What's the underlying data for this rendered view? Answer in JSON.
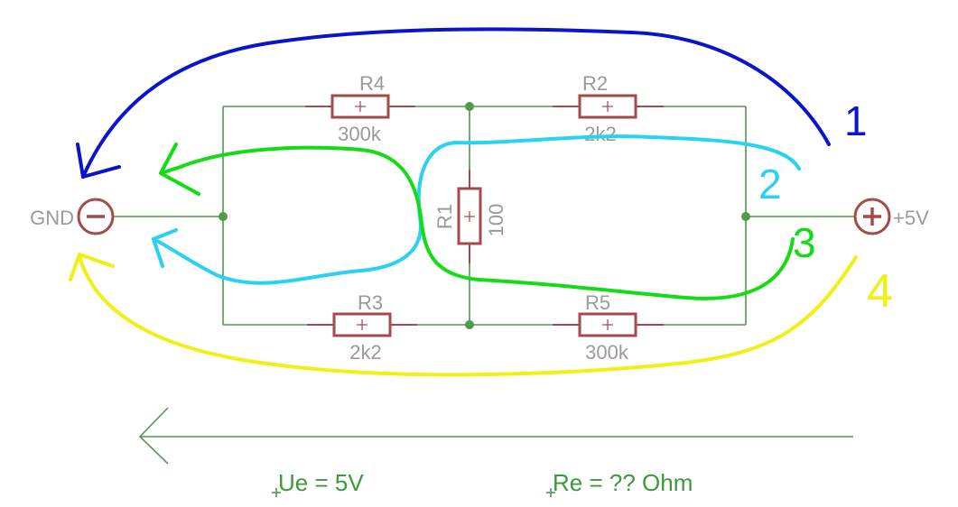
{
  "ports": {
    "gnd": {
      "label": "GND"
    },
    "vcc": {
      "label": "+5V"
    }
  },
  "resistors": {
    "r4": {
      "name": "R4",
      "value": "300k"
    },
    "r2": {
      "name": "R2",
      "value": "2k2"
    },
    "r1": {
      "name": "R1",
      "value": "100"
    },
    "r3": {
      "name": "R3",
      "value": "2k2"
    },
    "r5": {
      "name": "R5",
      "value": "300k"
    }
  },
  "paths": {
    "p1": "1",
    "p2": "2",
    "p3": "3",
    "p4": "4"
  },
  "footer": {
    "ue": "Ue = 5V",
    "re": "Re = ?? Ohm"
  },
  "colors": {
    "wire": "#4e9a4e",
    "component": "#a54a4a",
    "path1": "#0a14c8",
    "path2": "#28d2f0",
    "path3": "#14dc14",
    "path4": "#f0f014"
  }
}
